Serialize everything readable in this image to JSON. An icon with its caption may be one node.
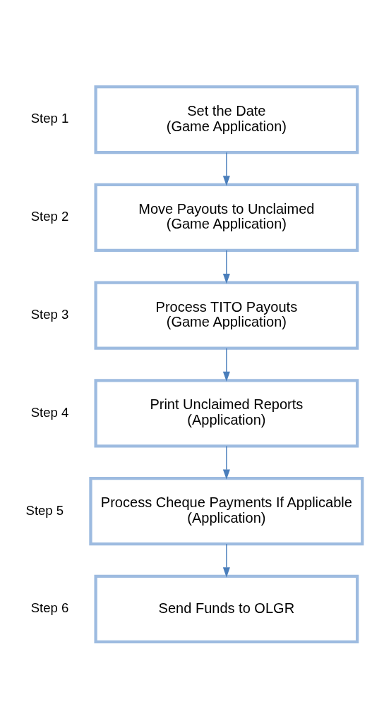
{
  "diagram": {
    "nodes": [
      {
        "text": [
          "Set the Date",
          "(Game Application)"
        ],
        "beside": [
          "Step 1"
        ]
      },
      {
        "text": [
          "Move Payouts to Unclaimed",
          "(Game Application)"
        ],
        "beside": [
          "Step 2"
        ]
      },
      {
        "text": [
          "Process TITO Payouts",
          "(Game Application)"
        ],
        "beside": [
          "Step 3"
        ]
      },
      {
        "text": [
          "Print Unclaimed Reports",
          "(Application)"
        ],
        "beside": [
          "Step 4"
        ]
      },
      {
        "text": [
          "Process Cheque Payments If Applicable",
          "(Application)"
        ],
        "beside": [
          "Step 5"
        ]
      },
      {
        "text": [
          "Send Funds to OLGR"
        ],
        "beside": [
          "Step 6"
        ]
      }
    ],
    "edges": [
      {
        "from": 0,
        "to": 1,
        "arrow": "to"
      },
      {
        "from": 1,
        "to": 2,
        "arrow": "to"
      },
      {
        "from": 2,
        "to": 3,
        "arrow": "to"
      },
      {
        "from": 3,
        "to": 4,
        "arrow": "to"
      },
      {
        "from": 4,
        "to": 5,
        "arrow": "to"
      }
    ]
  }
}
